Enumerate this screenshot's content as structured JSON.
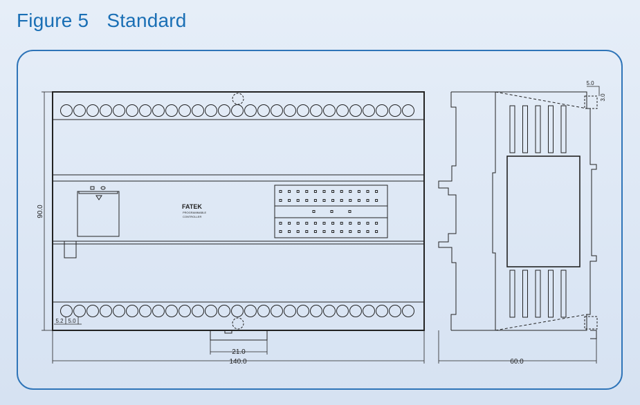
{
  "title": {
    "figure_number": "Figure 5",
    "name": "Standard"
  },
  "device": {
    "brand": "FATEK",
    "subtitle_line1": "PROGRAMMABLE",
    "subtitle_line2": "CONTROLLER"
  },
  "dimensions": {
    "width": "140.0",
    "height": "90.0",
    "depth": "60.0",
    "clip_width": "21.0",
    "terminal_offset": "5.2",
    "terminal_pitch": "5.0",
    "rail_offset_x": "5.0",
    "rail_offset_y": "3.0"
  },
  "terminals": {
    "top_count": 27,
    "bottom_count": 27
  },
  "colors": {
    "title": "#1a6fb5",
    "border": "#2e74b8",
    "line": "#222222"
  }
}
